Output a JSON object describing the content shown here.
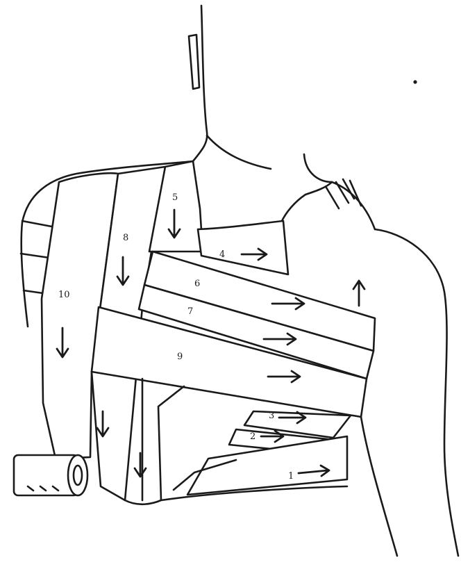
{
  "figure": {
    "labels": {
      "turn_1": "1",
      "turn_2": "2",
      "turn_3": "3",
      "turn_4": "4",
      "turn_5": "5",
      "turn_6": "6",
      "turn_7": "7",
      "turn_8": "8",
      "turn_9": "9",
      "turn_10": "10"
    }
  }
}
